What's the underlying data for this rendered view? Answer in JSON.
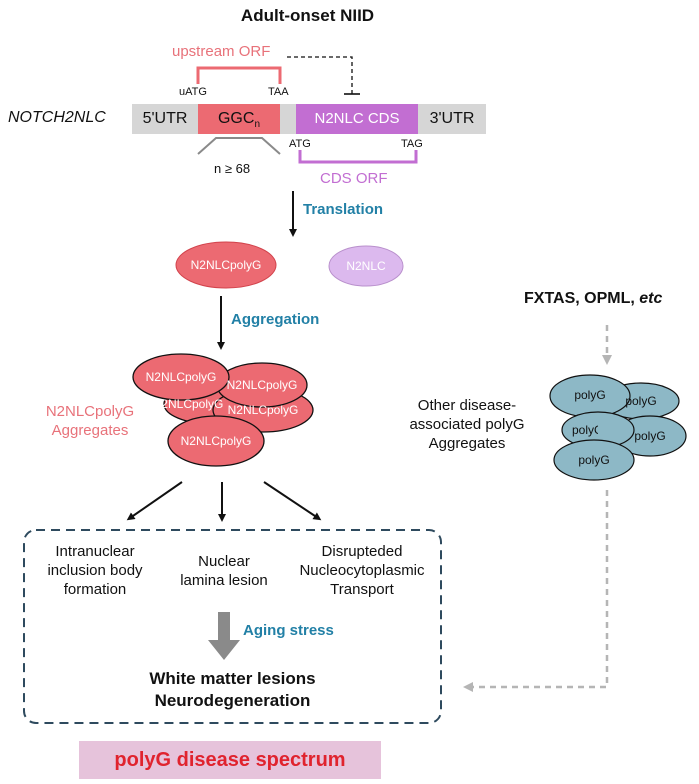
{
  "title": "Adult-onset NIID",
  "gene": {
    "name": "NOTCH2NLC",
    "utr5": "5'UTR",
    "ggc_main": "GGC",
    "ggc_sub": "n",
    "cds": "N2NLC CDS",
    "utr3": "3'UTR"
  },
  "upstream_orf": {
    "label": "upstream ORF",
    "start_codon": "uATG",
    "stop_codon": "TAA"
  },
  "cds_orf": {
    "label": "CDS ORF",
    "start_codon": "ATG",
    "stop_codon": "TAG"
  },
  "repeat_count": "n ≥ 68",
  "steps": {
    "translation": "Translation",
    "aggregation": "Aggregation",
    "aging_stress": "Aging stress"
  },
  "proteins": {
    "polyg": "N2NLCpolyG",
    "n2nlc": "N2NLC"
  },
  "aggregates": {
    "labels": [
      "N2NLCpolyG",
      "N2NLCpolyG",
      "N2NLCpolyG",
      "N2NLCpolyG",
      "N2NLCpolyG"
    ],
    "caption_line1": "N2NLCpolyG",
    "caption_line2": "Aggregates"
  },
  "other_diseases": {
    "title_a": "FXTAS, OPML, ",
    "title_b": "etc",
    "caption": [
      "Other disease-",
      "associated polyG",
      "Aggregates"
    ],
    "blob_labels": [
      "polyG",
      "polyG",
      "polyG",
      "polyG",
      "polyG"
    ]
  },
  "effects": {
    "left": [
      "Intranuclear",
      "inclusion body",
      "formation"
    ],
    "middle": [
      "Nuclear",
      "lamina lesion"
    ],
    "right": [
      "Disrupteded",
      "Nucleocytoplasmic",
      "Transport"
    ]
  },
  "outcome": [
    "White matter lesions",
    "Neurodegeneration"
  ],
  "spectrum": "polyG disease spectrum",
  "colors": {
    "pink": "#ec6a72",
    "purple": "#c26ed2",
    "lavender": "#dcb9ee",
    "teal": "#2280a6",
    "blob_blue": "#8db8c6",
    "gray_bar": "#d6d6d6",
    "dashed_box": "#2e4a5e",
    "spectrum_bg": "#e6c3db",
    "spectrum_text": "#e0232e"
  }
}
